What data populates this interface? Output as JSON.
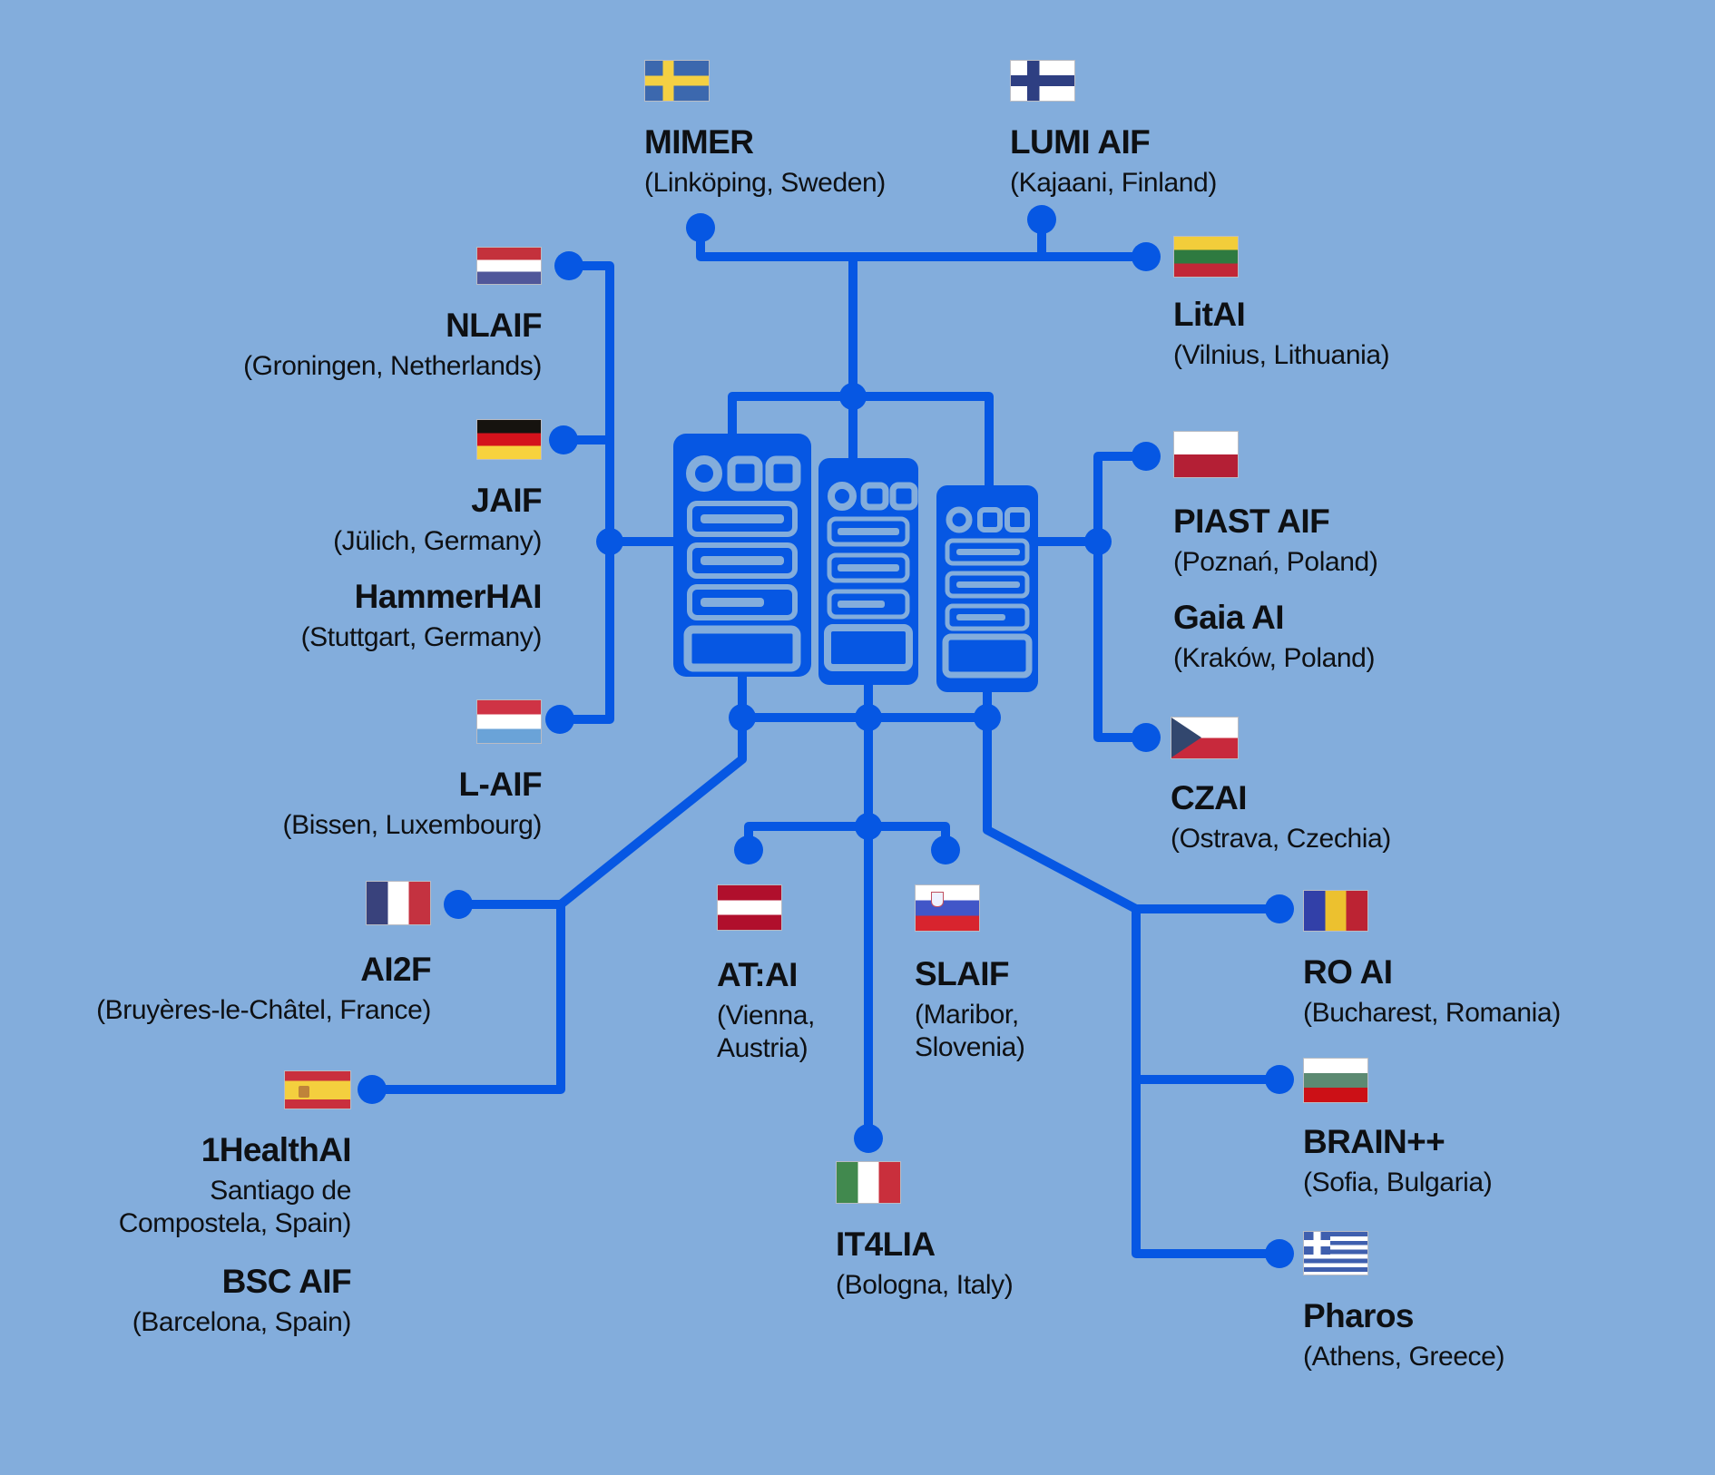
{
  "palette": {
    "background": "#83ADDC",
    "line": "#0657E3",
    "text": "#0E1013"
  },
  "center_icon": "server-racks-icon",
  "nodes": [
    {
      "id": "sweden",
      "flag": "sweden-flag-icon",
      "entries": [
        {
          "name": "MIMER",
          "location": "(Linköping, Sweden)"
        }
      ]
    },
    {
      "id": "finland",
      "flag": "finland-flag-icon",
      "entries": [
        {
          "name": "LUMI AIF",
          "location": "(Kajaani, Finland)"
        }
      ]
    },
    {
      "id": "netherlands",
      "flag": "netherlands-flag-icon",
      "entries": [
        {
          "name": "NLAIF",
          "location": "(Groningen, Netherlands)"
        }
      ]
    },
    {
      "id": "germany",
      "flag": "germany-flag-icon",
      "entries": [
        {
          "name": "JAIF",
          "location": "(Jülich, Germany)"
        },
        {
          "name": "HammerHAI",
          "location": "(Stuttgart, Germany)"
        }
      ]
    },
    {
      "id": "luxembourg",
      "flag": "luxembourg-flag-icon",
      "entries": [
        {
          "name": "L-AIF",
          "location": "(Bissen, Luxembourg)"
        }
      ]
    },
    {
      "id": "france",
      "flag": "france-flag-icon",
      "entries": [
        {
          "name": "AI2F",
          "location": "(Bruyères-le-Châtel, France)"
        }
      ]
    },
    {
      "id": "spain",
      "flag": "spain-flag-icon",
      "entries": [
        {
          "name": "1HealthAI",
          "location": "Santiago de Compostela, Spain)"
        },
        {
          "name": "BSC AIF",
          "location": "(Barcelona, Spain)"
        }
      ]
    },
    {
      "id": "austria",
      "flag": "austria-flag-icon",
      "entries": [
        {
          "name": "AT:AI",
          "location": "(Vienna, Austria)"
        }
      ]
    },
    {
      "id": "slovenia",
      "flag": "slovenia-flag-icon",
      "entries": [
        {
          "name": "SLAIF",
          "location": "(Maribor, Slovenia)"
        }
      ]
    },
    {
      "id": "italy",
      "flag": "italy-flag-icon",
      "entries": [
        {
          "name": "IT4LIA",
          "location": "(Bologna, Italy)"
        }
      ]
    },
    {
      "id": "lithuania",
      "flag": "lithuania-flag-icon",
      "entries": [
        {
          "name": "LitAI",
          "location": "(Vilnius, Lithuania)"
        }
      ]
    },
    {
      "id": "poland",
      "flag": "poland-flag-icon",
      "entries": [
        {
          "name": "PIAST AIF",
          "location": "(Poznań, Poland)"
        },
        {
          "name": "Gaia AI",
          "location": "(Kraków, Poland)"
        }
      ]
    },
    {
      "id": "czechia",
      "flag": "czechia-flag-icon",
      "entries": [
        {
          "name": "CZAI",
          "location": "(Ostrava, Czechia)"
        }
      ]
    },
    {
      "id": "romania",
      "flag": "romania-flag-icon",
      "entries": [
        {
          "name": "RO AI",
          "location": "(Bucharest, Romania)"
        }
      ]
    },
    {
      "id": "bulgaria",
      "flag": "bulgaria-flag-icon",
      "entries": [
        {
          "name": "BRAIN++",
          "location": "(Sofia, Bulgaria)"
        }
      ]
    },
    {
      "id": "greece",
      "flag": "greece-flag-icon",
      "entries": [
        {
          "name": "Pharos",
          "location": "(Athens, Greece)"
        }
      ]
    }
  ]
}
